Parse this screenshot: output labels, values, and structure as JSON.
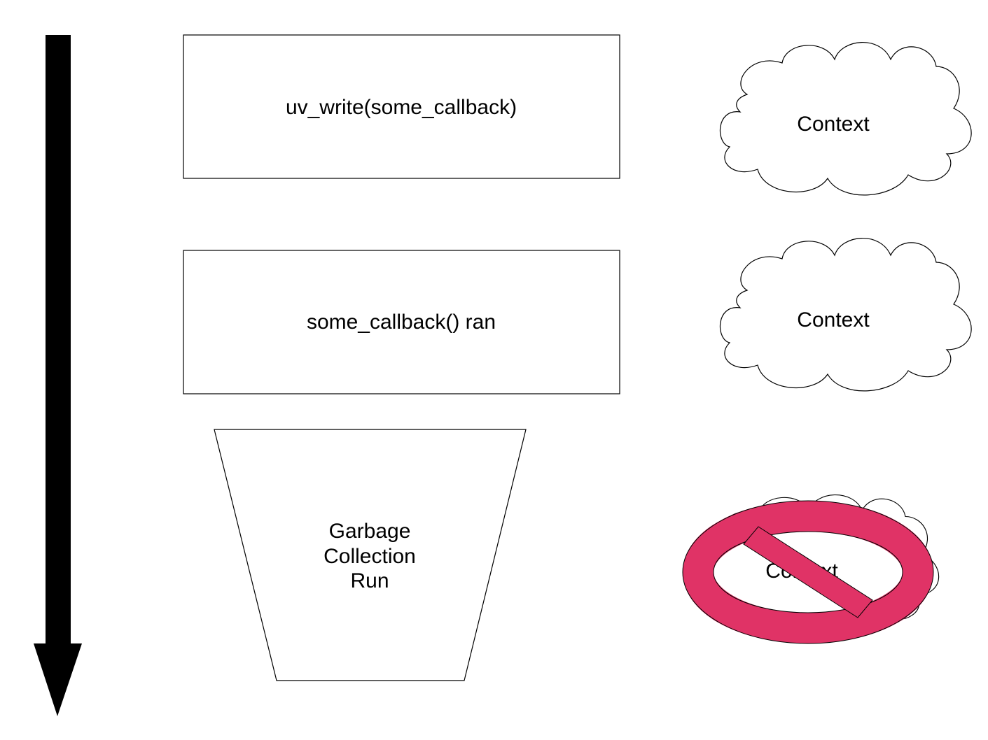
{
  "steps": {
    "write": {
      "label": "uv_write(some_callback)"
    },
    "callback": {
      "label": "some_callback() ran"
    },
    "gc": {
      "lines": [
        "Garbage",
        "Collection",
        "Run"
      ]
    }
  },
  "contexts": {
    "first": {
      "label": "Context"
    },
    "second": {
      "label": "Context"
    },
    "third": {
      "label": "Context",
      "state": "prohibited"
    }
  },
  "colors": {
    "arrow": "#000000",
    "prohibited_sign": "#e03366",
    "stroke": "#000000",
    "fill": "#ffffff"
  }
}
